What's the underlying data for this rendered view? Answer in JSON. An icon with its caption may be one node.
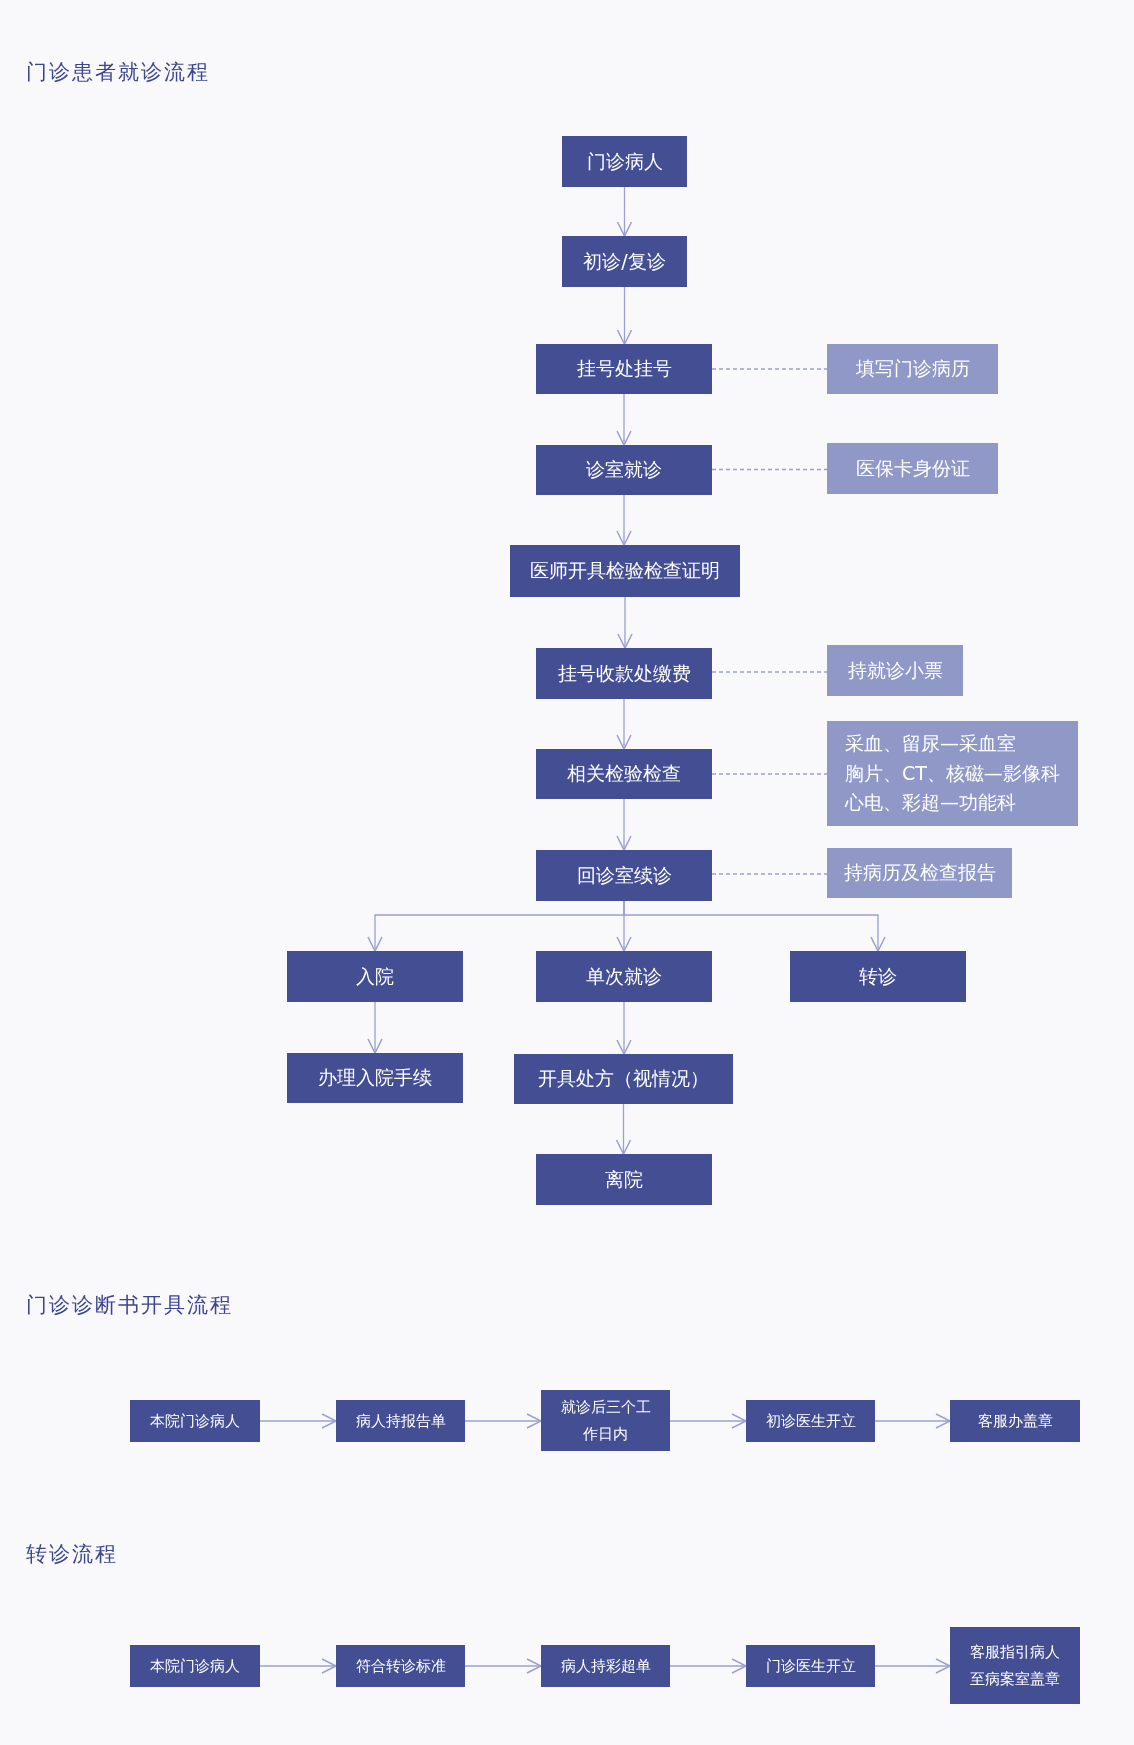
{
  "diagram": {
    "title": "门诊患者就诊流程",
    "nodes": [
      {
        "text": [
          "门诊病人"
        ]
      },
      {
        "text": [
          "初诊/复诊"
        ]
      },
      {
        "text": [
          "挂号处挂号"
        ]
      },
      {
        "text": [
          "填写门诊病历"
        ]
      },
      {
        "text": [
          "诊室就诊"
        ]
      },
      {
        "text": [
          "医保卡身份证"
        ]
      },
      {
        "text": [
          "医师开具检验检查证明"
        ]
      },
      {
        "text": [
          "挂号收款处缴费"
        ]
      },
      {
        "text": [
          "持就诊小票"
        ]
      },
      {
        "text": [
          "相关检验检查"
        ]
      },
      {
        "text": [
          "采血、留尿—采血室",
          "胸片、CT、核磁—影像科",
          "心电、彩超—功能科"
        ]
      },
      {
        "text": [
          "回诊室续诊"
        ]
      },
      {
        "text": [
          "持病历及检查报告"
        ]
      },
      {
        "text": [
          "入院"
        ]
      },
      {
        "text": [
          "单次就诊"
        ]
      },
      {
        "text": [
          "转诊"
        ]
      },
      {
        "text": [
          "办理入院手续"
        ]
      },
      {
        "text": [
          "开具处方（视情况）"
        ]
      },
      {
        "text": [
          "离院"
        ]
      },
      {
        "text": [
          "本院门诊病人"
        ]
      },
      {
        "text": [
          "病人持报告单"
        ]
      },
      {
        "text": [
          "就诊后三个工作日内"
        ]
      },
      {
        "text": [
          "初诊医生开立"
        ]
      },
      {
        "text": [
          "客服办盖章"
        ]
      },
      {
        "text": [
          "本院门诊病人"
        ]
      },
      {
        "text": [
          "符合转诊标准"
        ]
      },
      {
        "text": [
          "病人持彩超单"
        ]
      },
      {
        "text": [
          "门诊医生开立"
        ]
      },
      {
        "text": [
          "客服指引病人至病案室盖章"
        ]
      }
    ],
    "edges": [
      {
        "from": 0,
        "to": 1,
        "arrow": "to"
      },
      {
        "from": 1,
        "to": 2,
        "arrow": "to"
      },
      {
        "from": 2,
        "to": 3,
        "arrow": "none",
        "style": "dashed"
      },
      {
        "from": 2,
        "to": 4,
        "arrow": "to"
      },
      {
        "from": 4,
        "to": 5,
        "arrow": "none",
        "style": "dashed"
      },
      {
        "from": 4,
        "to": 6,
        "arrow": "to"
      },
      {
        "from": 6,
        "to": 7,
        "arrow": "to"
      },
      {
        "from": 7,
        "to": 8,
        "arrow": "none",
        "style": "dashed"
      },
      {
        "from": 7,
        "to": 9,
        "arrow": "to"
      },
      {
        "from": 9,
        "to": 10,
        "arrow": "none",
        "style": "dashed"
      },
      {
        "from": 9,
        "to": 11,
        "arrow": "to"
      },
      {
        "from": 11,
        "to": 12,
        "arrow": "none",
        "style": "dashed"
      },
      {
        "from": 11,
        "to": 13,
        "arrow": "to"
      },
      {
        "from": 11,
        "to": 14,
        "arrow": "to"
      },
      {
        "from": 11,
        "to": 15,
        "arrow": "to"
      },
      {
        "from": 13,
        "to": 16,
        "arrow": "to"
      },
      {
        "from": 14,
        "to": 17,
        "arrow": "to"
      },
      {
        "from": 17,
        "to": 18,
        "arrow": "to"
      },
      {
        "from": 19,
        "to": 20,
        "arrow": "to"
      },
      {
        "from": 20,
        "to": 21,
        "arrow": "to"
      },
      {
        "from": 21,
        "to": 22,
        "arrow": "to"
      },
      {
        "from": 22,
        "to": 23,
        "arrow": "to"
      },
      {
        "from": 24,
        "to": 25,
        "arrow": "to"
      },
      {
        "from": 25,
        "to": 26,
        "arrow": "to"
      },
      {
        "from": 26,
        "to": 27,
        "arrow": "to"
      },
      {
        "from": 27,
        "to": 28,
        "arrow": "to"
      }
    ],
    "labels": [
      "门诊诊断书开具流程",
      "转诊流程"
    ]
  }
}
